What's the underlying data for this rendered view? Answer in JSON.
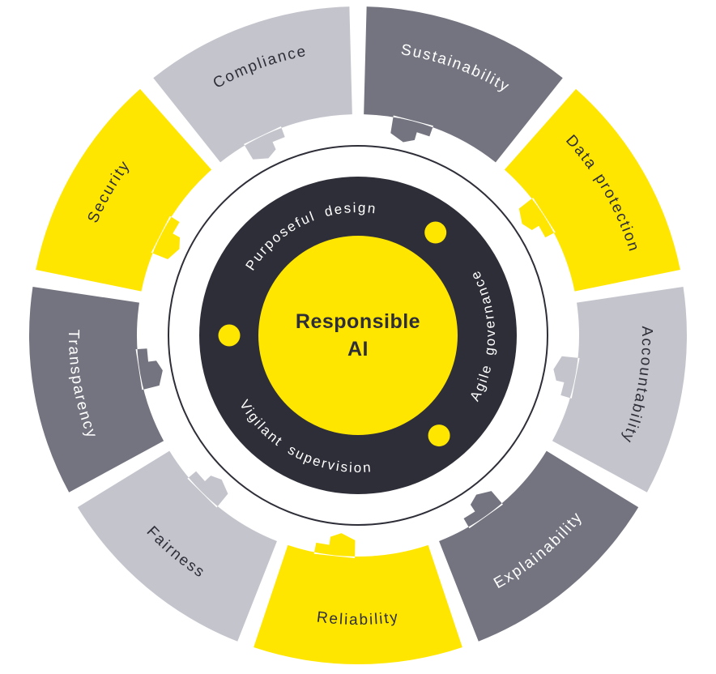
{
  "diagram_title": "Responsible AI",
  "colors": {
    "yellow": "#FFE600",
    "light_gray": "#C4C4CD",
    "dark_gray": "#747480",
    "charcoal": "#2E2E38",
    "white": "#FFFFFF",
    "background": "#FFFFFF"
  },
  "center": {
    "line1": "Responsible",
    "line2": "AI"
  },
  "core_principles": [
    {
      "label": "Purposeful design",
      "angle": 335,
      "flipped": false
    },
    {
      "label": "Agile governance",
      "angle": 90,
      "flipped": true
    },
    {
      "label": "Vigilant supervision",
      "angle": 207,
      "flipped": true
    }
  ],
  "separator_dots": {
    "angles": [
      37,
      141,
      270
    ],
    "color": "#FFE600"
  },
  "attributes": [
    {
      "label": "Sustainability",
      "angle": 20,
      "fill": "dark_gray",
      "text": "white"
    },
    {
      "label": "Data protection",
      "angle": 60,
      "fill": "yellow",
      "text": "charcoal"
    },
    {
      "label": "Accountability",
      "angle": 100,
      "fill": "light_gray",
      "text": "charcoal"
    },
    {
      "label": "Explainability",
      "angle": 140,
      "fill": "dark_gray",
      "text": "white"
    },
    {
      "label": "Reliability",
      "angle": 180,
      "fill": "yellow",
      "text": "charcoal"
    },
    {
      "label": "Fairness",
      "angle": 220,
      "fill": "light_gray",
      "text": "charcoal"
    },
    {
      "label": "Transparency",
      "angle": 260,
      "fill": "dark_gray",
      "text": "white"
    },
    {
      "label": "Security",
      "angle": 300,
      "fill": "yellow",
      "text": "charcoal"
    },
    {
      "label": "Compliance",
      "angle": 340,
      "fill": "light_gray",
      "text": "charcoal"
    }
  ]
}
